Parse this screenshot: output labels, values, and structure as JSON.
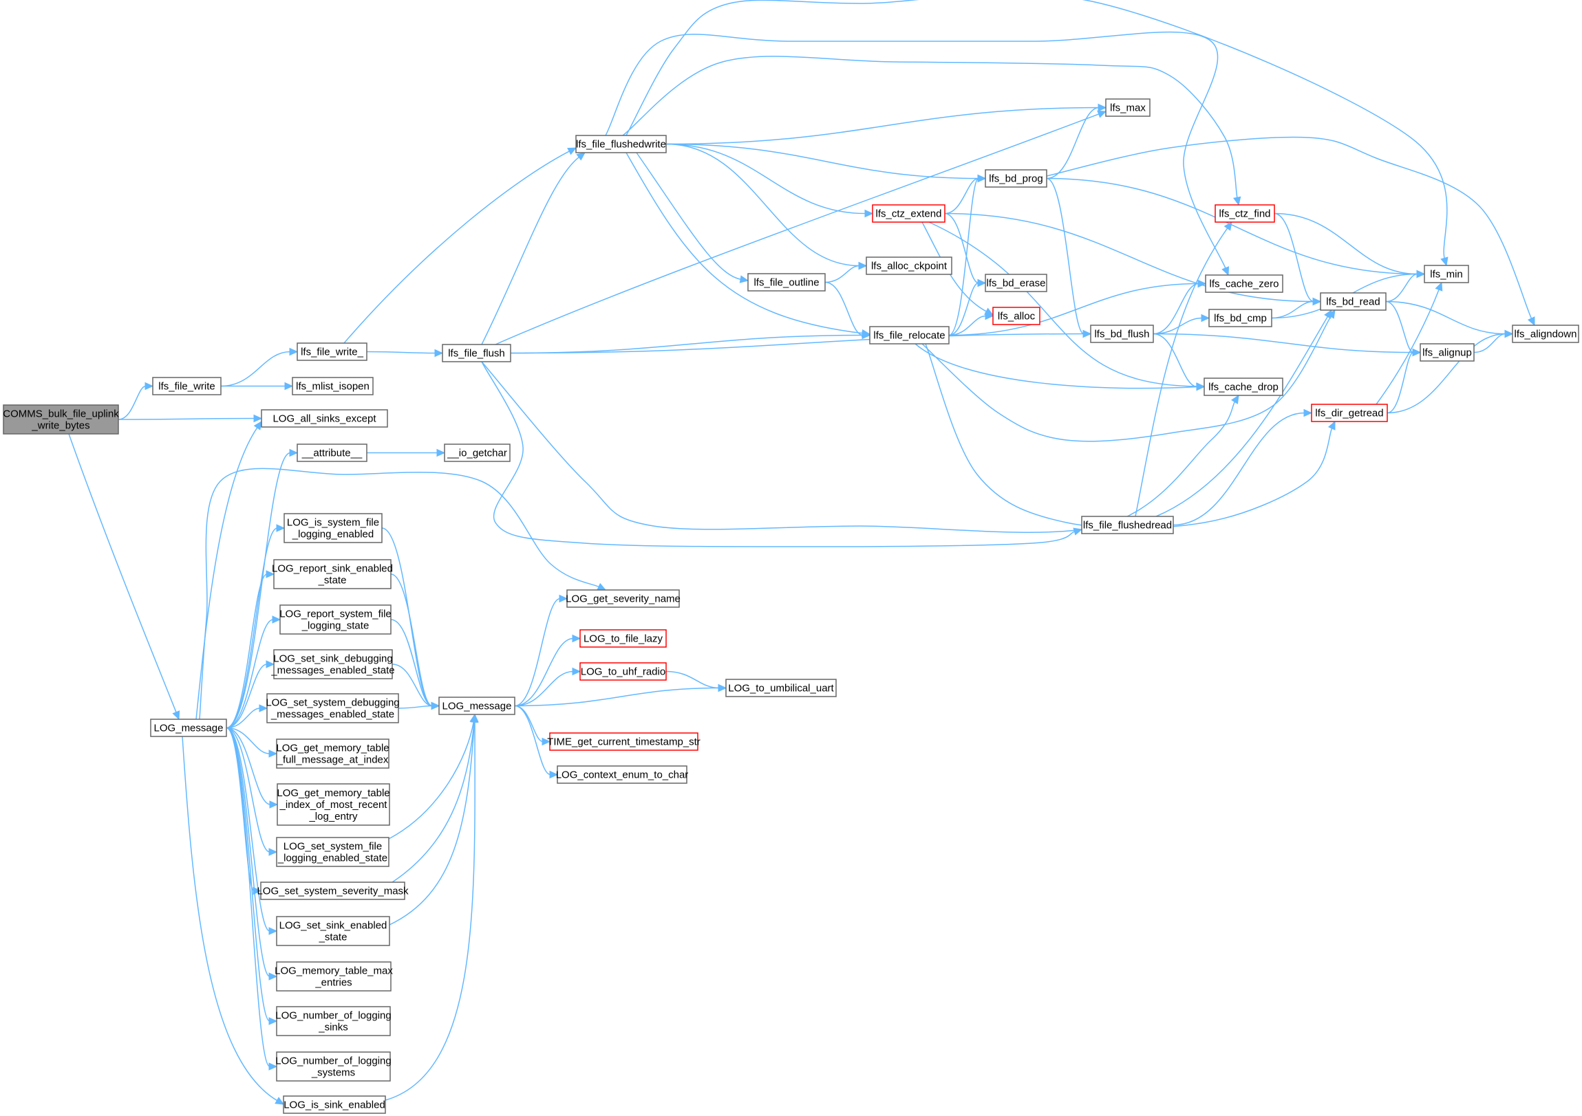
{
  "diagram": {
    "type": "call-graph",
    "colors": {
      "edge": "#63b8ff",
      "node_border": "#666666",
      "node_fill": "#ffffff",
      "root_fill": "#999999",
      "truncated_border": "#ff0000",
      "text": "#000000"
    },
    "nodes": [
      {
        "id": "COMMS_bulk_file_uplink_write_bytes",
        "lines": [
          "COMMS_bulk_file_uplink",
          "_write_bytes"
        ],
        "root": true
      },
      {
        "id": "lfs_file_write",
        "lines": [
          "lfs_file_write"
        ]
      },
      {
        "id": "LOG_all_sinks_except",
        "lines": [
          "LOG_all_sinks_except"
        ]
      },
      {
        "id": "LOG_message_outer",
        "lines": [
          "LOG_message"
        ]
      },
      {
        "id": "lfs_file_write_",
        "lines": [
          "lfs_file_write_"
        ]
      },
      {
        "id": "lfs_mlist_isopen",
        "lines": [
          "lfs_mlist_isopen"
        ]
      },
      {
        "id": "lfs_file_flush",
        "lines": [
          "lfs_file_flush"
        ]
      },
      {
        "id": "lfs_file_flushedwrite",
        "lines": [
          "lfs_file_flushedwrite"
        ]
      },
      {
        "id": "__attribute__",
        "lines": [
          "__attribute__"
        ]
      },
      {
        "id": "__io_getchar",
        "lines": [
          "__io_getchar"
        ]
      },
      {
        "id": "LOG_is_system_file_logging_enabled",
        "lines": [
          "LOG_is_system_file",
          "_logging_enabled"
        ]
      },
      {
        "id": "LOG_report_sink_enabled_state",
        "lines": [
          "LOG_report_sink_enabled",
          "_state"
        ]
      },
      {
        "id": "LOG_report_system_file_logging_state",
        "lines": [
          "LOG_report_system_file",
          "_logging_state"
        ]
      },
      {
        "id": "LOG_set_sink_debugging_messages_enabled_state",
        "lines": [
          "LOG_set_sink_debugging",
          "_messages_enabled_state"
        ]
      },
      {
        "id": "LOG_set_system_debugging_messages_enabled_state",
        "lines": [
          "LOG_set_system_debugging",
          "_messages_enabled_state"
        ]
      },
      {
        "id": "LOG_get_memory_table_full_message_at_index",
        "lines": [
          "LOG_get_memory_table",
          "_full_message_at_index"
        ]
      },
      {
        "id": "LOG_get_memory_table_index_of_most_recent_log_entry",
        "lines": [
          "LOG_get_memory_table",
          "_index_of_most_recent",
          "_log_entry"
        ]
      },
      {
        "id": "LOG_set_system_file_logging_enabled_state",
        "lines": [
          "LOG_set_system_file",
          "_logging_enabled_state"
        ]
      },
      {
        "id": "LOG_set_system_severity_mask",
        "lines": [
          "LOG_set_system_severity_mask"
        ]
      },
      {
        "id": "LOG_set_sink_enabled_state",
        "lines": [
          "LOG_set_sink_enabled",
          "_state"
        ]
      },
      {
        "id": "LOG_memory_table_max_entries",
        "lines": [
          "LOG_memory_table_max",
          "_entries"
        ]
      },
      {
        "id": "LOG_number_of_logging_sinks",
        "lines": [
          "LOG_number_of_logging",
          "_sinks"
        ]
      },
      {
        "id": "LOG_number_of_logging_systems",
        "lines": [
          "LOG_number_of_logging",
          "_systems"
        ]
      },
      {
        "id": "LOG_is_sink_enabled",
        "lines": [
          "LOG_is_sink_enabled"
        ]
      },
      {
        "id": "LOG_message",
        "lines": [
          "LOG_message"
        ]
      },
      {
        "id": "LOG_get_severity_name",
        "lines": [
          "LOG_get_severity_name"
        ]
      },
      {
        "id": "LOG_to_file_lazy",
        "lines": [
          "LOG_to_file_lazy"
        ],
        "truncated": true
      },
      {
        "id": "LOG_to_uhf_radio",
        "lines": [
          "LOG_to_uhf_radio"
        ],
        "truncated": true
      },
      {
        "id": "LOG_to_umbilical_uart",
        "lines": [
          "LOG_to_umbilical_uart"
        ]
      },
      {
        "id": "TIME_get_current_timestamp_str",
        "lines": [
          "TIME_get_current_timestamp_str"
        ],
        "truncated": true
      },
      {
        "id": "LOG_context_enum_to_char",
        "lines": [
          "LOG_context_enum_to_char"
        ]
      },
      {
        "id": "lfs_file_outline",
        "lines": [
          "lfs_file_outline"
        ]
      },
      {
        "id": "lfs_alloc_ckpoint",
        "lines": [
          "lfs_alloc_ckpoint"
        ]
      },
      {
        "id": "lfs_ctz_extend",
        "lines": [
          "lfs_ctz_extend"
        ],
        "truncated": true
      },
      {
        "id": "lfs_file_relocate",
        "lines": [
          "lfs_file_relocate"
        ]
      },
      {
        "id": "lfs_max",
        "lines": [
          "lfs_max"
        ]
      },
      {
        "id": "lfs_bd_prog",
        "lines": [
          "lfs_bd_prog"
        ]
      },
      {
        "id": "lfs_bd_erase",
        "lines": [
          "lfs_bd_erase"
        ]
      },
      {
        "id": "lfs_alloc",
        "lines": [
          "lfs_alloc"
        ],
        "truncated": true
      },
      {
        "id": "lfs_bd_flush",
        "lines": [
          "lfs_bd_flush"
        ]
      },
      {
        "id": "lfs_file_flushedread",
        "lines": [
          "lfs_file_flushedread"
        ]
      },
      {
        "id": "lfs_ctz_find",
        "lines": [
          "lfs_ctz_find"
        ],
        "truncated": true
      },
      {
        "id": "lfs_cache_zero",
        "lines": [
          "lfs_cache_zero"
        ]
      },
      {
        "id": "lfs_bd_cmp",
        "lines": [
          "lfs_bd_cmp"
        ]
      },
      {
        "id": "lfs_cache_drop",
        "lines": [
          "lfs_cache_drop"
        ]
      },
      {
        "id": "lfs_bd_read",
        "lines": [
          "lfs_bd_read"
        ]
      },
      {
        "id": "lfs_min",
        "lines": [
          "lfs_min"
        ]
      },
      {
        "id": "lfs_alignup",
        "lines": [
          "lfs_alignup"
        ]
      },
      {
        "id": "lfs_dir_getread",
        "lines": [
          "lfs_dir_getread"
        ],
        "truncated": true
      },
      {
        "id": "lfs_aligndown",
        "lines": [
          "lfs_aligndown"
        ]
      }
    ],
    "edges": [
      [
        "COMMS_bulk_file_uplink_write_bytes",
        "lfs_file_write"
      ],
      [
        "COMMS_bulk_file_uplink_write_bytes",
        "LOG_all_sinks_except"
      ],
      [
        "COMMS_bulk_file_uplink_write_bytes",
        "LOG_message_outer"
      ],
      [
        "lfs_file_write",
        "lfs_file_write_"
      ],
      [
        "lfs_file_write",
        "lfs_mlist_isopen"
      ],
      [
        "lfs_file_write_",
        "lfs_file_flush"
      ],
      [
        "lfs_file_write_",
        "lfs_file_flushedwrite"
      ],
      [
        "lfs_file_flush",
        "lfs_file_flushedwrite"
      ],
      [
        "lfs_file_flush",
        "lfs_file_relocate"
      ],
      [
        "lfs_file_flush",
        "lfs_max"
      ],
      [
        "lfs_file_flush",
        "lfs_bd_flush"
      ],
      [
        "lfs_file_flush",
        "lfs_cache_drop"
      ],
      [
        "lfs_file_flush",
        "lfs_file_flushedread"
      ],
      [
        "lfs_file_flushedwrite",
        "lfs_max"
      ],
      [
        "lfs_file_flushedwrite",
        "lfs_bd_prog"
      ],
      [
        "lfs_file_flushedwrite",
        "lfs_ctz_extend"
      ],
      [
        "lfs_file_flushedwrite",
        "lfs_alloc_ckpoint"
      ],
      [
        "lfs_file_flushedwrite",
        "lfs_file_outline"
      ],
      [
        "lfs_file_flushedwrite",
        "lfs_file_relocate"
      ],
      [
        "lfs_file_flushedwrite",
        "lfs_min"
      ],
      [
        "lfs_file_flushedwrite",
        "lfs_ctz_find"
      ],
      [
        "lfs_file_flushedwrite",
        "lfs_cache_zero"
      ],
      [
        "lfs_file_outline",
        "lfs_alloc_ckpoint"
      ],
      [
        "lfs_file_outline",
        "lfs_file_relocate"
      ],
      [
        "lfs_ctz_extend",
        "lfs_bd_prog"
      ],
      [
        "lfs_ctz_extend",
        "lfs_bd_erase"
      ],
      [
        "lfs_ctz_extend",
        "lfs_alloc"
      ],
      [
        "lfs_ctz_extend",
        "lfs_bd_read"
      ],
      [
        "lfs_ctz_extend",
        "lfs_cache_drop"
      ],
      [
        "lfs_file_relocate",
        "lfs_bd_prog"
      ],
      [
        "lfs_file_relocate",
        "lfs_bd_erase"
      ],
      [
        "lfs_file_relocate",
        "lfs_alloc"
      ],
      [
        "lfs_file_relocate",
        "lfs_cache_zero"
      ],
      [
        "lfs_file_relocate",
        "lfs_cache_drop"
      ],
      [
        "lfs_file_relocate",
        "lfs_bd_read"
      ],
      [
        "lfs_file_relocate",
        "lfs_dir_getread"
      ],
      [
        "lfs_bd_prog",
        "lfs_max"
      ],
      [
        "lfs_bd_prog",
        "lfs_bd_flush"
      ],
      [
        "lfs_bd_prog",
        "lfs_min"
      ],
      [
        "lfs_bd_prog",
        "lfs_aligndown"
      ],
      [
        "lfs_bd_flush",
        "lfs_cache_zero"
      ],
      [
        "lfs_bd_flush",
        "lfs_bd_cmp"
      ],
      [
        "lfs_bd_flush",
        "lfs_cache_drop"
      ],
      [
        "lfs_bd_flush",
        "lfs_alignup"
      ],
      [
        "lfs_bd_cmp",
        "lfs_bd_read"
      ],
      [
        "lfs_bd_cmp",
        "lfs_min"
      ],
      [
        "lfs_ctz_find",
        "lfs_bd_read"
      ],
      [
        "lfs_ctz_find",
        "lfs_min"
      ],
      [
        "lfs_bd_read",
        "lfs_min"
      ],
      [
        "lfs_bd_read",
        "lfs_alignup"
      ],
      [
        "lfs_bd_read",
        "lfs_aligndown"
      ],
      [
        "lfs_alignup",
        "lfs_aligndown"
      ],
      [
        "lfs_dir_getread",
        "lfs_min"
      ],
      [
        "lfs_dir_getread",
        "lfs_alignup"
      ],
      [
        "lfs_dir_getread",
        "lfs_aligndown"
      ],
      [
        "lfs_file_flushedread",
        "lfs_ctz_find"
      ],
      [
        "lfs_file_flushedread",
        "lfs_bd_read"
      ],
      [
        "lfs_file_flushedread",
        "lfs_dir_getread"
      ],
      [
        "LOG_message_outer",
        "LOG_all_sinks_except"
      ],
      [
        "LOG_message_outer",
        "__attribute__"
      ],
      [
        "LOG_message_outer",
        "LOG_get_severity_name"
      ],
      [
        "LOG_message_outer",
        "LOG_is_system_file_logging_enabled"
      ],
      [
        "LOG_message_outer",
        "LOG_report_sink_enabled_state"
      ],
      [
        "LOG_message_outer",
        "LOG_report_system_file_logging_state"
      ],
      [
        "LOG_message_outer",
        "LOG_set_sink_debugging_messages_enabled_state"
      ],
      [
        "LOG_message_outer",
        "LOG_set_system_debugging_messages_enabled_state"
      ],
      [
        "LOG_message_outer",
        "LOG_get_memory_table_full_message_at_index"
      ],
      [
        "LOG_message_outer",
        "LOG_get_memory_table_index_of_most_recent_log_entry"
      ],
      [
        "LOG_message_outer",
        "LOG_set_system_file_logging_enabled_state"
      ],
      [
        "LOG_message_outer",
        "LOG_set_system_severity_mask"
      ],
      [
        "LOG_message_outer",
        "LOG_set_sink_enabled_state"
      ],
      [
        "LOG_message_outer",
        "LOG_memory_table_max_entries"
      ],
      [
        "LOG_message_outer",
        "LOG_number_of_logging_sinks"
      ],
      [
        "LOG_message_outer",
        "LOG_number_of_logging_systems"
      ],
      [
        "LOG_message_outer",
        "LOG_is_sink_enabled"
      ],
      [
        "__attribute__",
        "__io_getchar"
      ],
      [
        "LOG_is_system_file_logging_enabled",
        "LOG_message"
      ],
      [
        "LOG_report_sink_enabled_state",
        "LOG_message"
      ],
      [
        "LOG_report_system_file_logging_state",
        "LOG_message"
      ],
      [
        "LOG_set_sink_debugging_messages_enabled_state",
        "LOG_message"
      ],
      [
        "LOG_set_system_debugging_messages_enabled_state",
        "LOG_message"
      ],
      [
        "LOG_set_system_file_logging_enabled_state",
        "LOG_message"
      ],
      [
        "LOG_set_system_severity_mask",
        "LOG_message"
      ],
      [
        "LOG_set_sink_enabled_state",
        "LOG_message"
      ],
      [
        "LOG_is_sink_enabled",
        "LOG_message"
      ],
      [
        "LOG_message",
        "LOG_get_severity_name"
      ],
      [
        "LOG_message",
        "LOG_to_file_lazy"
      ],
      [
        "LOG_message",
        "LOG_to_uhf_radio"
      ],
      [
        "LOG_message",
        "LOG_to_umbilical_uart"
      ],
      [
        "LOG_message",
        "TIME_get_current_timestamp_str"
      ],
      [
        "LOG_message",
        "LOG_context_enum_to_char"
      ],
      [
        "LOG_to_uhf_radio",
        "LOG_to_umbilical_uart"
      ]
    ]
  }
}
